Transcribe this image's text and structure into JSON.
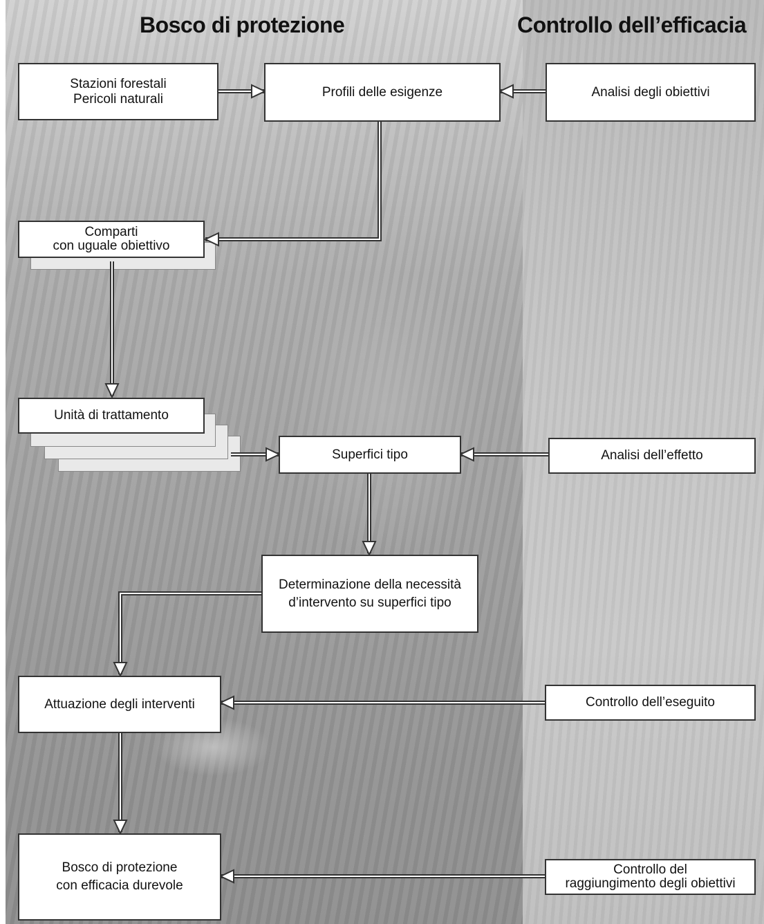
{
  "headings": {
    "left": "Bosco di protezione",
    "right": "Controllo dell’efficacia"
  },
  "boxes": {
    "stazioni": "Stazioni forestali\nPericoli naturali",
    "profili": "Profili delle esigenze",
    "analisi_obiettivi": "Analisi degli obiettivi",
    "comparti": "Comparti\ncon uguale obiettivo",
    "unita": "Unità di trattamento",
    "superfici": "Superfici tipo",
    "analisi_effetto": "Analisi dell’effetto",
    "determinazione": "Determinazione della necessità\nd’intervento su superfici tipo",
    "attuazione": "Attuazione degli interventi",
    "controllo_eseguito": "Controllo dell’eseguito",
    "bosco": "Bosco di protezione\ncon efficacia durevole",
    "controllo_raggiungimento": "Controllo del\nraggiungimento degli obiettivi"
  }
}
